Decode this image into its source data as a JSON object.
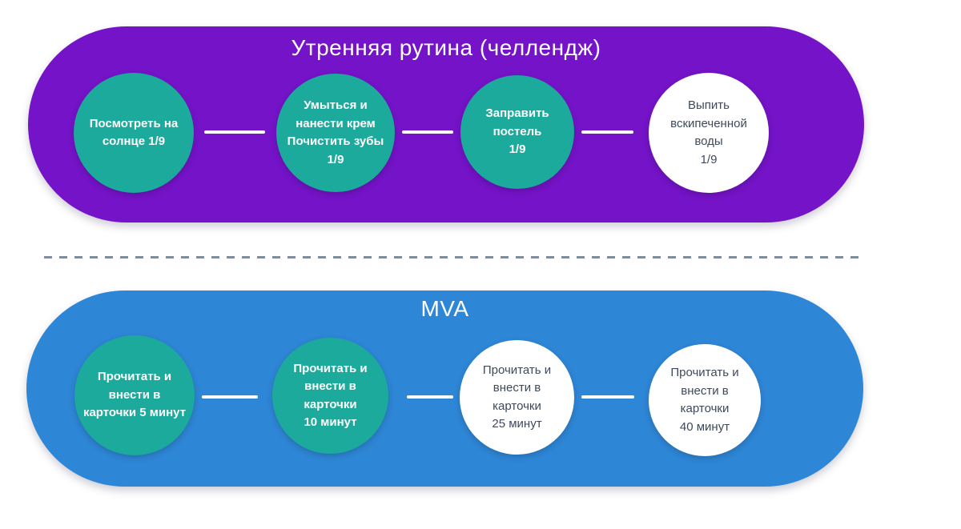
{
  "colors": {
    "background": "#ffffff",
    "group_morning_fill": "#7413C7",
    "group_mva_fill": "#2E86D6",
    "node_done_fill": "#1BAA9B",
    "node_todo_fill": "#ffffff",
    "node_done_text": "#ffffff",
    "node_todo_text": "#3E4A5B",
    "connector": "#ffffff",
    "divider_dash": "#7E8C9E"
  },
  "groups": [
    {
      "id": "morning-routine",
      "title": "Утренняя рутина (челлендж)",
      "fill": "#7413C7",
      "nodes": [
        {
          "label": "Посмотреть на\nсолнце 1/9",
          "variant": "done"
        },
        {
          "label": "Умыться и\nнанести крем\nПочистить зубы\n1/9",
          "variant": "done"
        },
        {
          "label": "Заправить\nпостель\n1/9",
          "variant": "done"
        },
        {
          "label": "Выпить\nвскипеченной\nводы\n1/9",
          "variant": "todo"
        }
      ]
    },
    {
      "id": "mva",
      "title": "MVA",
      "fill": "#2E86D6",
      "nodes": [
        {
          "label": "Прочитать и\nвнести в\nкарточки 5 минут",
          "variant": "done"
        },
        {
          "label": "Прочитать и\nвнести в\nкарточки\n10 минут",
          "variant": "done"
        },
        {
          "label": "Прочитать и\nвнести в\nкарточки\n25 минут",
          "variant": "todo"
        },
        {
          "label": "Прочитать и\nвнести в\nкарточки\n40 минут",
          "variant": "todo"
        }
      ]
    }
  ]
}
